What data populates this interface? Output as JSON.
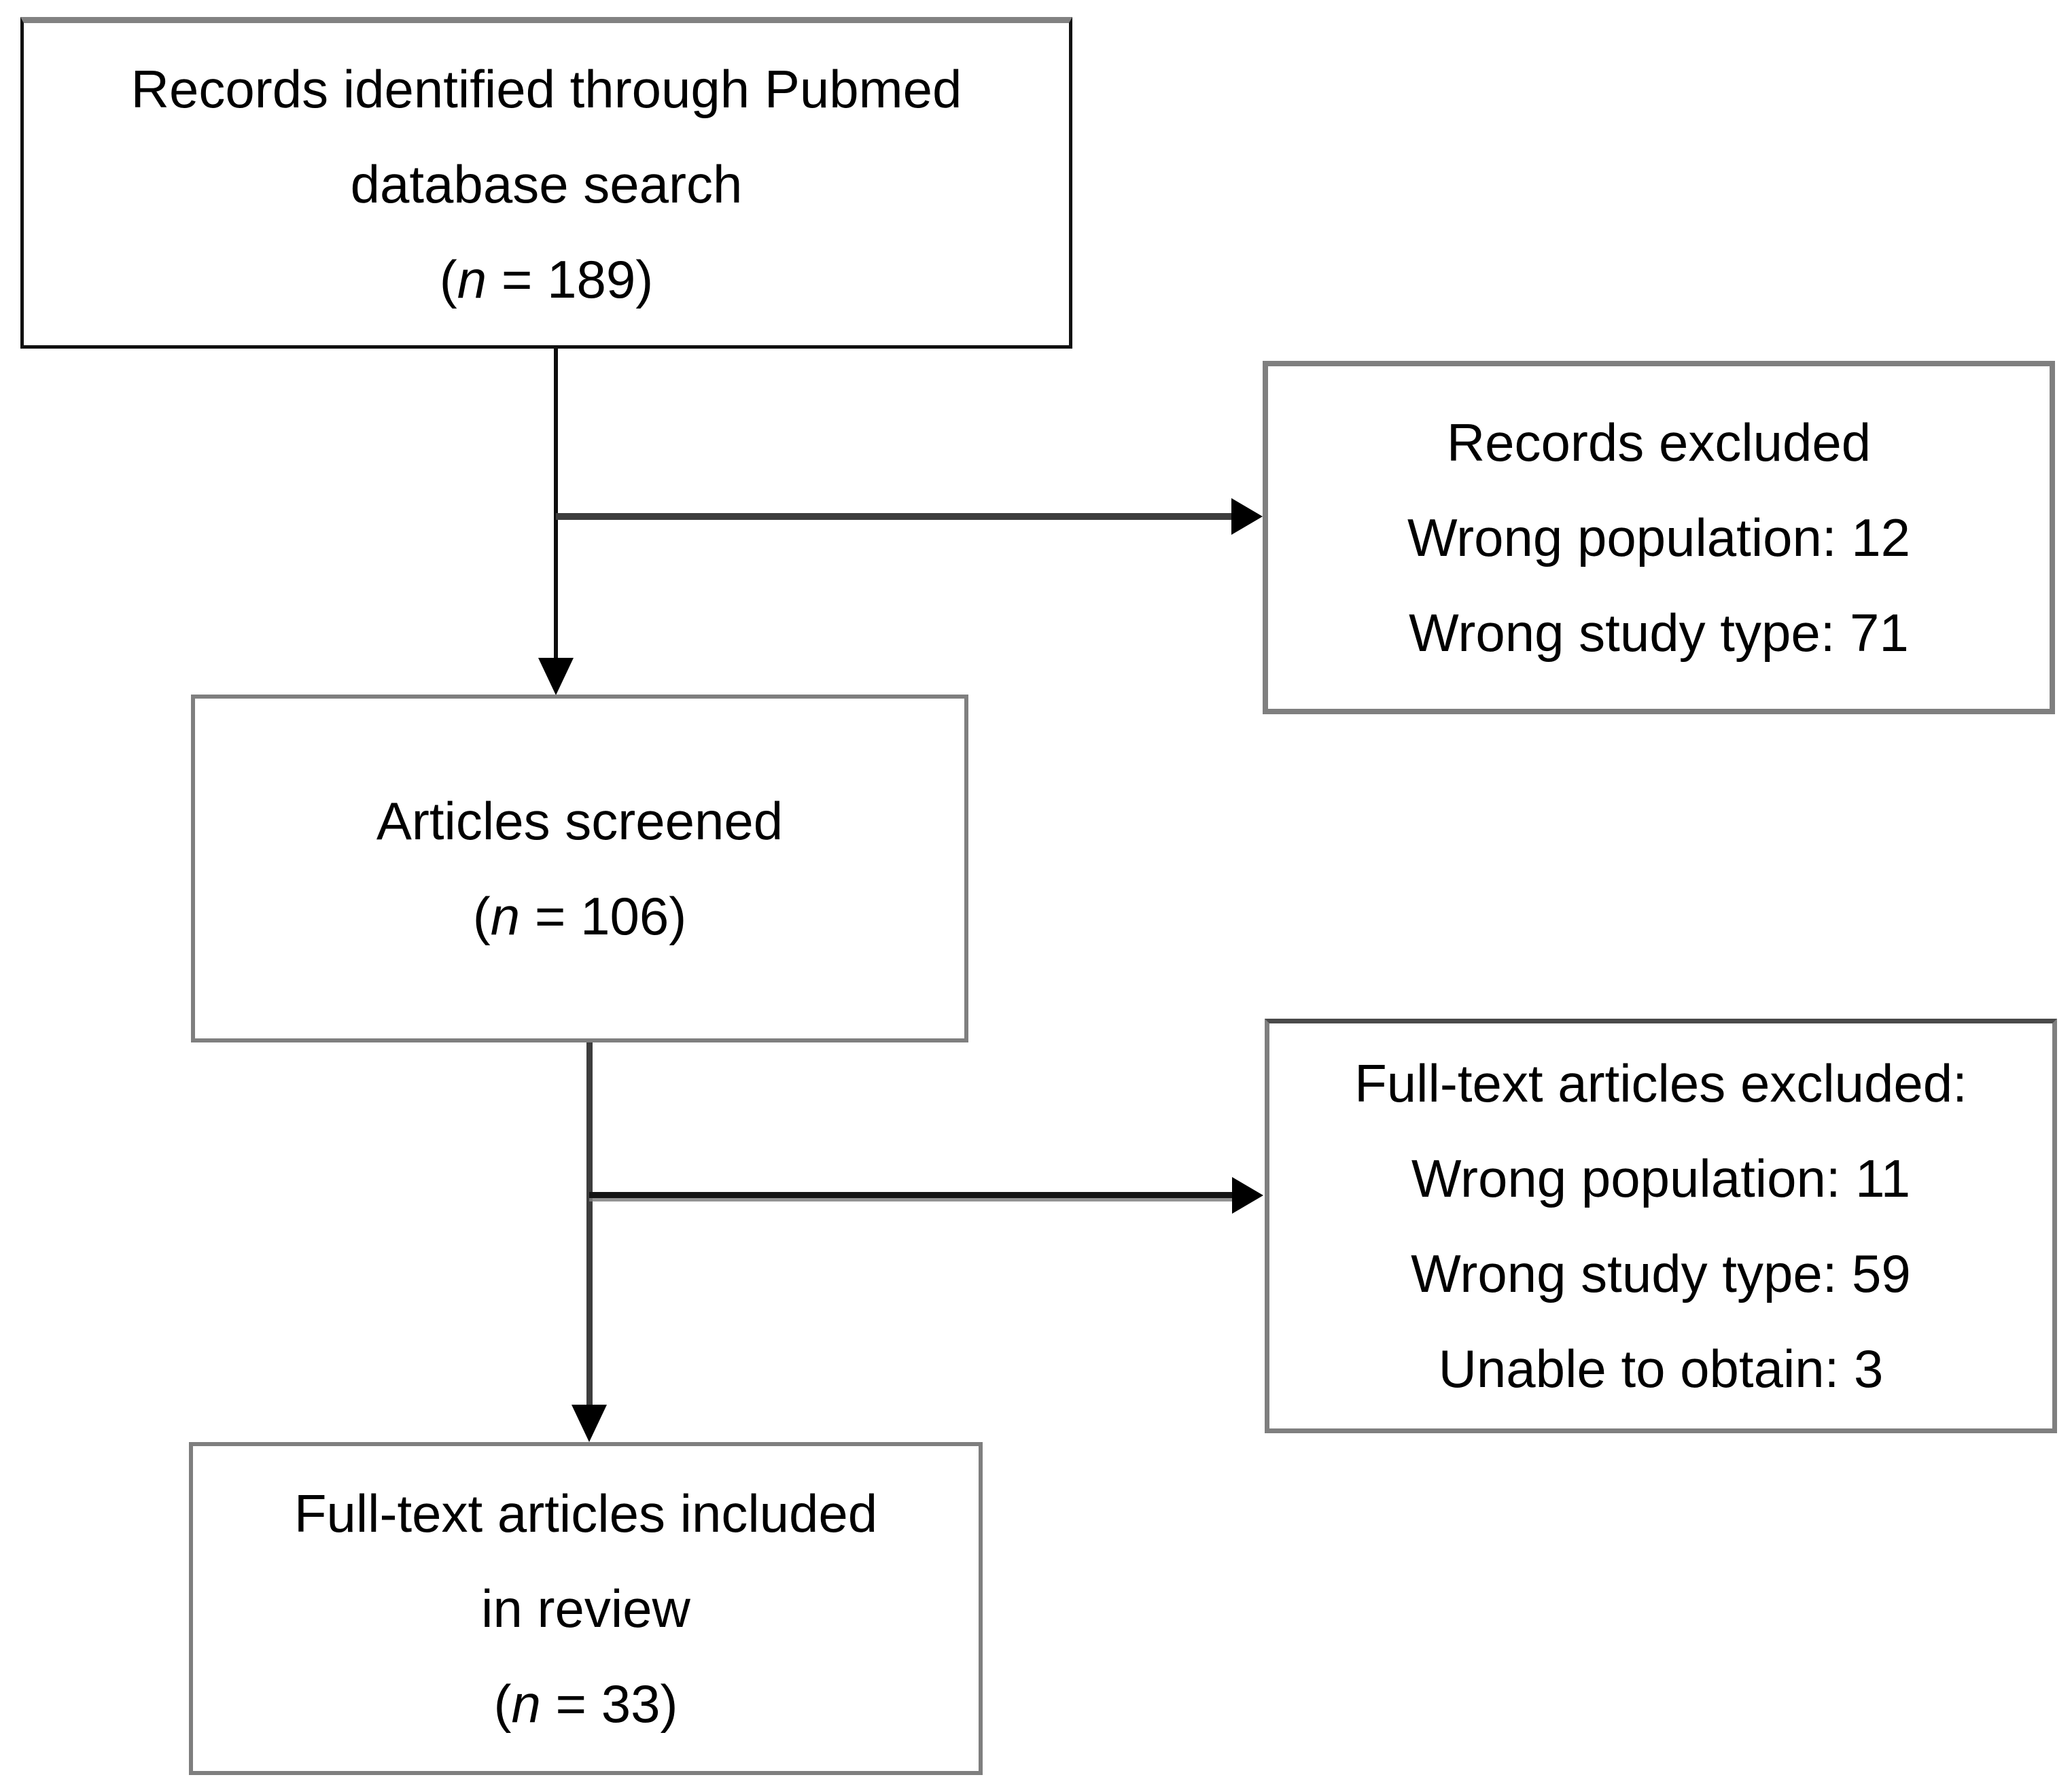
{
  "boxes": {
    "identified": {
      "line1": "Records identified through Pubmed",
      "line2": "database search",
      "n_open": "(",
      "n_var": "n",
      "n_rest": " = 189)"
    },
    "records_excluded": {
      "line1": "Records excluded",
      "line2": "Wrong population: 12",
      "line3": "Wrong study type: 71"
    },
    "screened": {
      "line1": "Articles screened",
      "n_open": "(",
      "n_var": "n",
      "n_rest": " = 106)"
    },
    "fulltext_excluded": {
      "line1": "Full-text articles excluded:",
      "line2": "Wrong population: 11",
      "line3": "Wrong study type: 59",
      "line4": "Unable to obtain: 3"
    },
    "included": {
      "line1": "Full-text articles included",
      "line2": "in review",
      "n_open": "(",
      "n_var": "n",
      "n_rest": " = 33)"
    }
  },
  "colors": {
    "background": "#ffffff",
    "text": "#000000",
    "border_gray": "#7f7f7f",
    "border_black": "#111111",
    "arrow_dark": "#3d3d3d"
  }
}
